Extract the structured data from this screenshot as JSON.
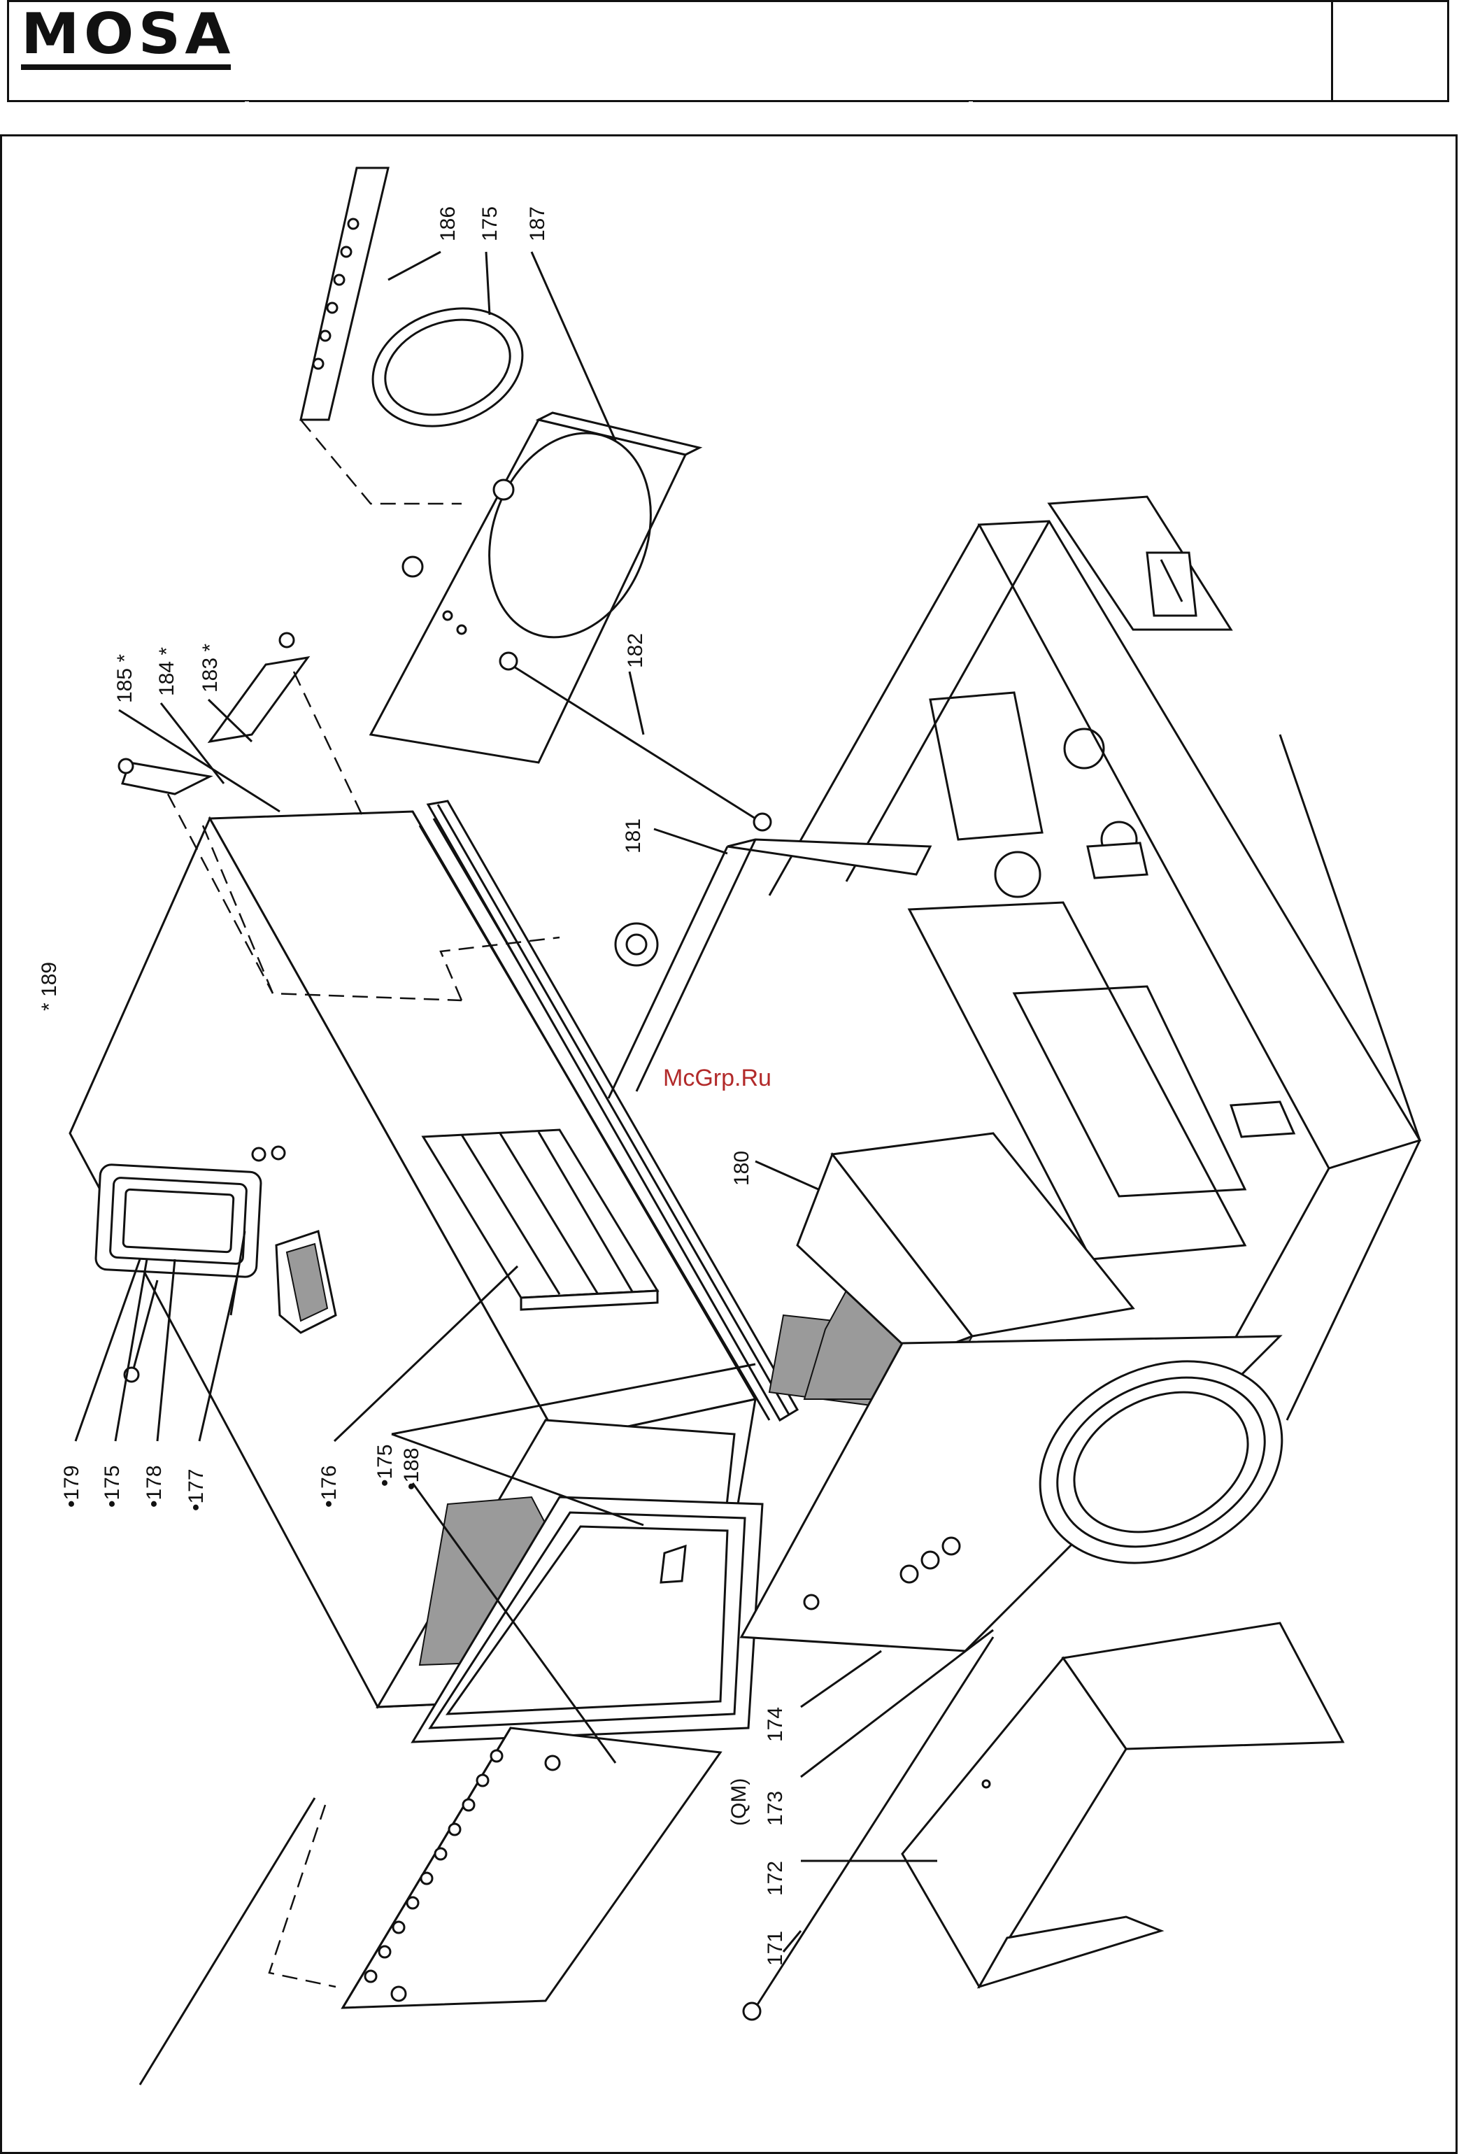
{
  "header": {
    "logo_text": "MOSA"
  },
  "watermark": "McGrp.Ru",
  "callouts": {
    "c189": "* 189",
    "c185": "185 *",
    "c184": "184 *",
    "c183": "183 *",
    "c186": "186",
    "c175a": "175",
    "c187": "187",
    "c182": "182",
    "c181": "181",
    "c180": "180",
    "c179": "•179",
    "c175b": "•175",
    "c178": "•178",
    "c177": "•177",
    "c176": "•176",
    "c175c": "•175",
    "c188": "•188",
    "c174": "174",
    "c173": "173",
    "c173note": "(QM)",
    "c172": "172",
    "c171": "171"
  }
}
